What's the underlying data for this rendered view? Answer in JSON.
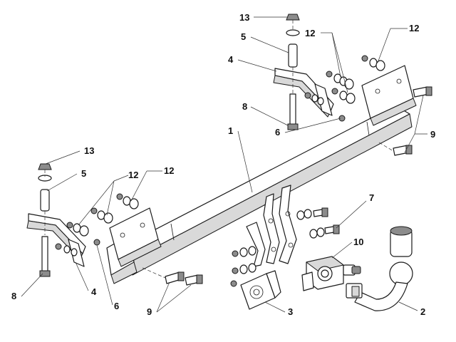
{
  "callouts": {
    "c1": "1",
    "c2": "2",
    "c3": "3",
    "c4_top": "4",
    "c4_bottom": "4",
    "c5_top": "5",
    "c5_left": "5",
    "c6_top": "6",
    "c6_bottom": "6",
    "c7": "7",
    "c8_top": "8",
    "c8_bottom": "8",
    "c9_right": "9",
    "c9_bottom": "9",
    "c10": "10",
    "c12_top_mid": "12",
    "c12_top_right": "12",
    "c12_left_a": "12",
    "c12_left_b": "12",
    "c13_top": "13",
    "c13_left": "13"
  }
}
